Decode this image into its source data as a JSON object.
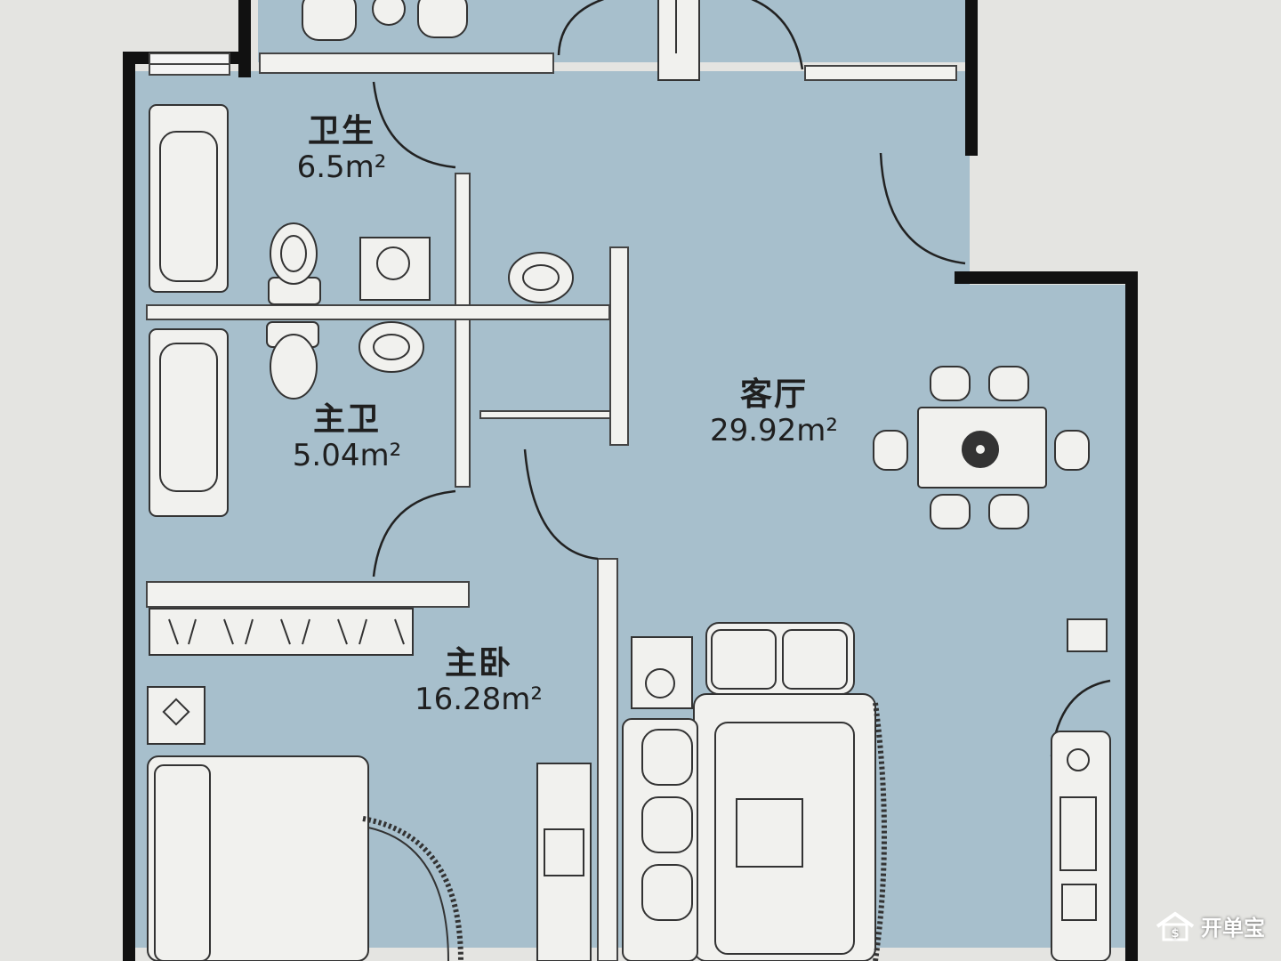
{
  "rooms": {
    "bathroom": {
      "name": "卫生",
      "area": "6.5m²"
    },
    "master_bath": {
      "name": "主卫",
      "area": "5.04m²"
    },
    "living_room": {
      "name": "客厅",
      "area": "29.92m²"
    },
    "master_bedroom": {
      "name": "主卧",
      "area": "16.28m²"
    }
  },
  "watermark": {
    "text": "开单宝",
    "icon": "house-dollar-icon"
  },
  "colors": {
    "floor": "#a7bfcc",
    "wall": "#111111",
    "background": "#e4e4e1",
    "fixture": "#f1f1ee"
  }
}
